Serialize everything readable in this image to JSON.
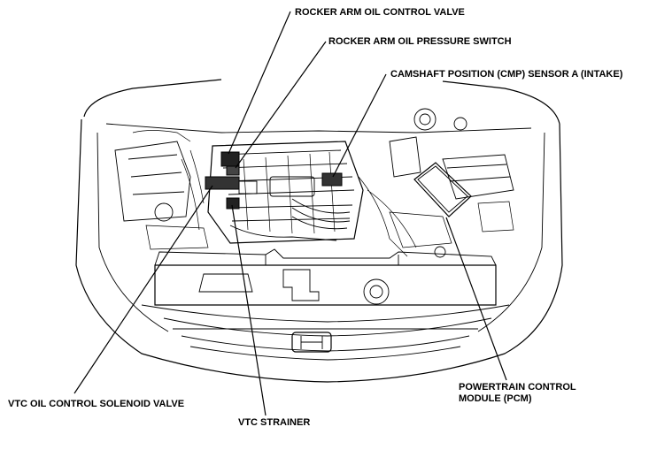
{
  "labels": {
    "rocker_arm_oil_control_valve": "ROCKER ARM OIL CONTROL VALVE",
    "rocker_arm_oil_pressure_switch": "ROCKER ARM OIL PRESSURE SWITCH",
    "cmp_sensor": "CAMSHAFT POSITION (CMP) SENSOR A (INTAKE)",
    "vtc_oil_control_solenoid_valve": "VTC OIL CONTROL SOLENOID VALVE",
    "vtc_strainer": "VTC STRAINER",
    "pcm_line1": "POWERTRAIN CONTROL",
    "pcm_line2": "MODULE (PCM)"
  }
}
